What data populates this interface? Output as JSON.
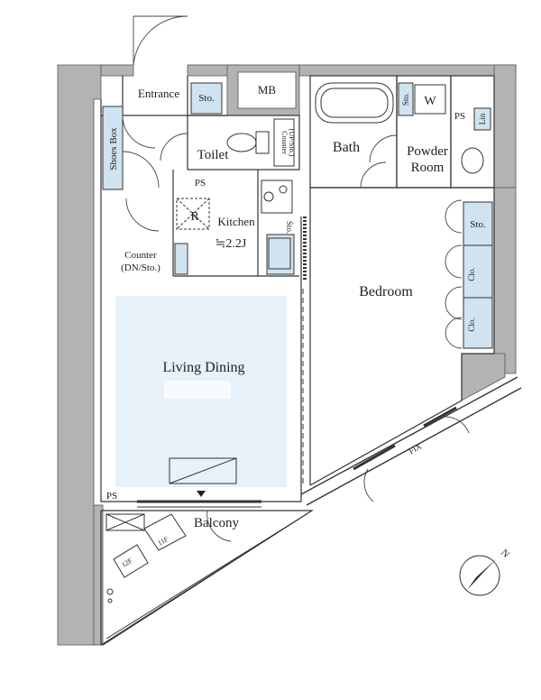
{
  "rooms": {
    "entrance": "Entrance",
    "entrance_storage": "Sto.",
    "mb": "MB",
    "shoes_box": "Shoes Box",
    "toilet": "Toilet",
    "toilet_counter": "Counter",
    "toilet_counter_sub": "(UP/Sto.)",
    "bath": "Bath",
    "washer": "W",
    "washer_storage": "Sto.",
    "ps_top": "PS",
    "linen": "Lin",
    "powder_room_1": "Powder",
    "powder_room_2": "Room",
    "ps_kitchen": "PS",
    "refrigerator": "R",
    "kitchen": "Kitchen",
    "kitchen_size": "≒2.2J",
    "kitchen_storage": "Sto.",
    "counter": "Counter",
    "counter_sub": "(DN/Sto.)",
    "bedroom": "Bedroom",
    "bedroom_storage": "Sto.",
    "closet_1": "Clo.",
    "closet_2": "Clo.",
    "living_dining": "Living Dining",
    "ps_bottom": "PS",
    "balcony": "Balcony",
    "fix": "FIX",
    "floor_12f": "12F",
    "floor_11f": "11F"
  },
  "compass": {
    "label": "N"
  },
  "colors": {
    "wall": "#b3b3b3",
    "storage_fill": "#cfe3f1",
    "living_fill": "#e6f1f9",
    "line": "#333333"
  }
}
